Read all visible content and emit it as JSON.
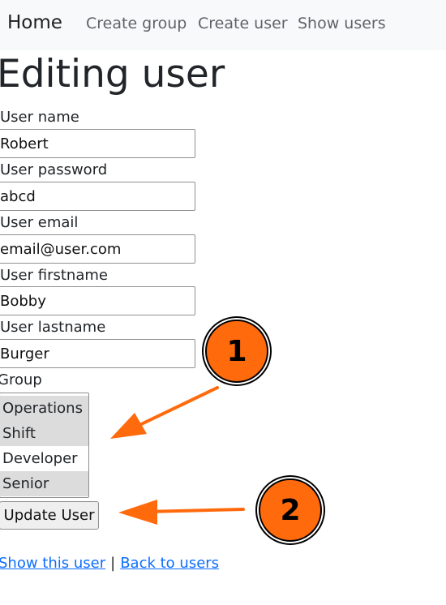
{
  "navbar": {
    "brand": "Home",
    "links": [
      "Create group",
      "Create user",
      "Show users"
    ]
  },
  "page": {
    "title": "Editing user"
  },
  "form": {
    "user_name": {
      "label": "User name",
      "value": "Robert"
    },
    "user_password": {
      "label": "User password",
      "value": "abcd"
    },
    "user_email": {
      "label": "User email",
      "value": "email@user.com"
    },
    "user_firstname": {
      "label": "User firstname",
      "value": "Bobby"
    },
    "user_lastname": {
      "label": "User lastname",
      "value": "Burger"
    },
    "group": {
      "label": "Group",
      "options": [
        {
          "label": "Operations",
          "selected": true
        },
        {
          "label": "Shift",
          "selected": true
        },
        {
          "label": "Developer",
          "selected": false
        },
        {
          "label": "Senior",
          "selected": true
        }
      ]
    },
    "submit_label": "Update User"
  },
  "footer_links": {
    "show": "Show this user",
    "separator": "|",
    "back": "Back to users"
  },
  "annotations": [
    {
      "number": "1"
    },
    {
      "number": "2"
    }
  ],
  "colors": {
    "annotation": "#ff6a0d",
    "link": "#0d6efd",
    "selected_option": "#dcdcdc",
    "navbar_bg": "#f8f9fa"
  }
}
